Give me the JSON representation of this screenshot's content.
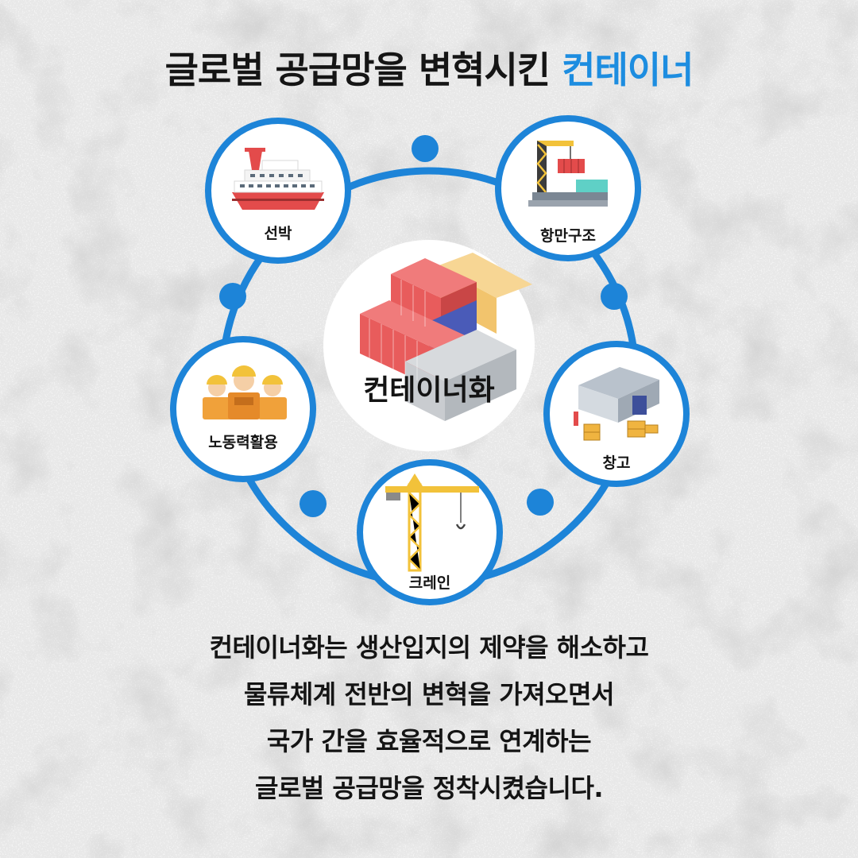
{
  "title": {
    "main": "글로벌 공급망을 변혁시킨",
    "accent": "컨테이너"
  },
  "center": {
    "label": "컨테이너화",
    "icon": "stacked-containers-icon"
  },
  "nodes": [
    {
      "id": "ship",
      "label": "선박",
      "icon": "ship-icon"
    },
    {
      "id": "port",
      "label": "항만구조",
      "icon": "port-crane-ship-icon"
    },
    {
      "id": "warehouse",
      "label": "창고",
      "icon": "warehouse-icon"
    },
    {
      "id": "crane",
      "label": "크레인",
      "icon": "tower-crane-icon"
    },
    {
      "id": "labor",
      "label": "노동력활용",
      "icon": "workers-icon"
    }
  ],
  "body": {
    "lines": [
      "컨테이너화는 생산입지의 제약을 해소하고",
      "물류체계 전반의 변혁을 가져오면서",
      "국가 간을 효율적으로 연계하는",
      "글로벌 공급망을 정착시켰습니다."
    ]
  },
  "colors": {
    "accent": "#1d8de0",
    "ring": "#1d84d8",
    "text": "#141414",
    "background": "#f2f2f2"
  }
}
